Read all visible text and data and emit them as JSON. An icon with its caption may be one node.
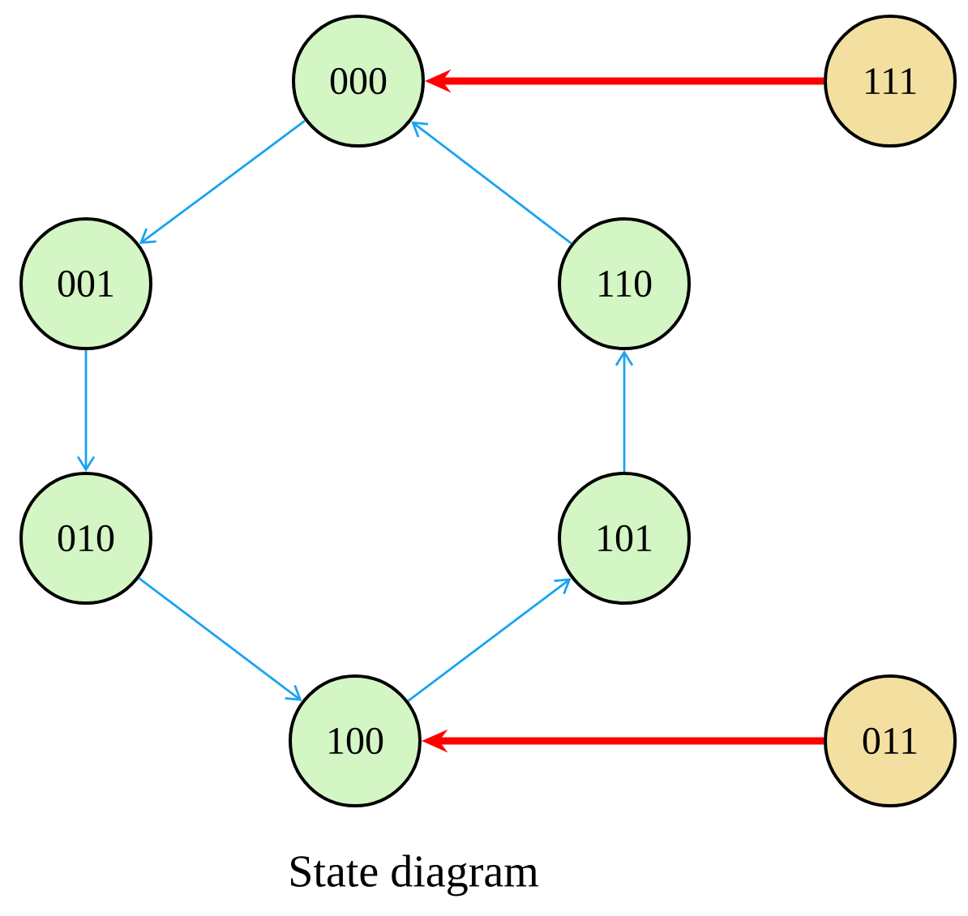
{
  "diagram": {
    "caption": "State diagram",
    "nodes": [
      {
        "text": [
          "000"
        ]
      },
      {
        "text": [
          "111"
        ]
      },
      {
        "text": [
          "001"
        ]
      },
      {
        "text": [
          "110"
        ]
      },
      {
        "text": [
          "010"
        ]
      },
      {
        "text": [
          "101"
        ]
      },
      {
        "text": [
          "100"
        ]
      },
      {
        "text": [
          "011"
        ]
      }
    ],
    "edges": [
      {
        "from": 0,
        "to": 2,
        "arrow": "to"
      },
      {
        "from": 2,
        "to": 4,
        "arrow": "to"
      },
      {
        "from": 4,
        "to": 6,
        "arrow": "to"
      },
      {
        "from": 6,
        "to": 5,
        "arrow": "to"
      },
      {
        "from": 5,
        "to": 3,
        "arrow": "to"
      },
      {
        "from": 3,
        "to": 0,
        "arrow": "to"
      },
      {
        "from": 1,
        "to": 0,
        "arrow": "to",
        "style": "thick",
        "color": "#ff0000"
      },
      {
        "from": 7,
        "to": 6,
        "arrow": "to",
        "style": "thick",
        "color": "#ff0000"
      }
    ]
  }
}
